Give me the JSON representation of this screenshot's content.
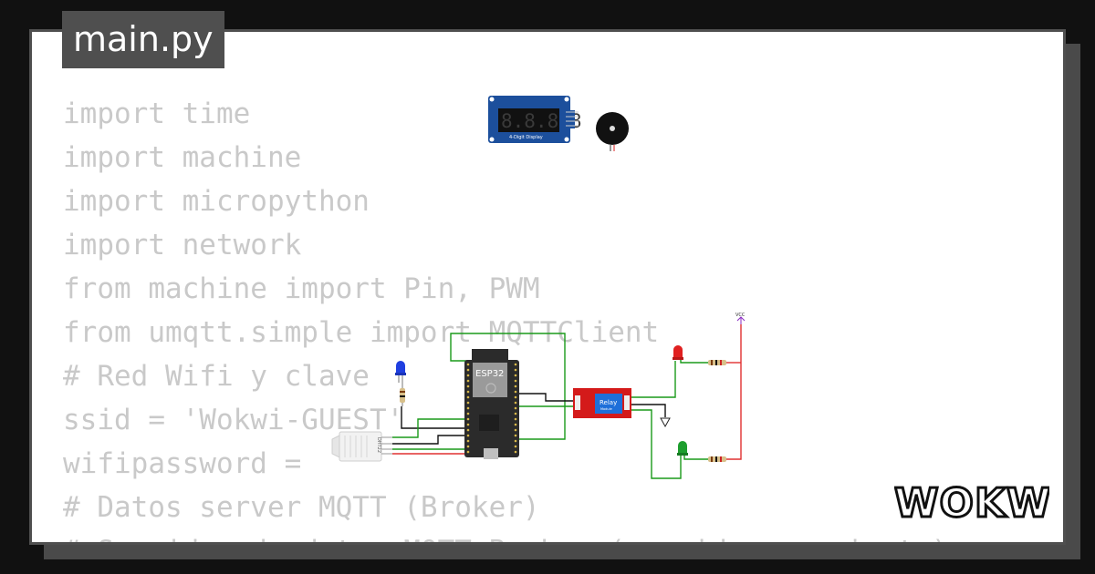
{
  "tab": {
    "filename": "main.py"
  },
  "code_lines": [
    "import time",
    "import machine",
    "import micropython",
    "import network",
    "from machine import Pin, PWM",
    "from umqtt.simple import MQTTClient",
    "# Red Wifi y clave",
    "ssid = 'Wokwi-GUEST'",
    "wifipassword = ",
    "# Datos server MQTT (Broker)",
    "# Servidor de datos MQTT Broker (servidor corriente)"
  ],
  "circuit": {
    "esp32_label": "ESP32",
    "display_label": "4-Digit Display",
    "display_digits": "8.8.8.8",
    "relay_label": "Relay",
    "relay_sublabel": "Module",
    "vcc_label": "VCC",
    "dht_label": "DHT22",
    "colors": {
      "esp32_body": "#2b2b2b",
      "display_board": "#1c4f9c",
      "relay_board": "#d41a1a",
      "relay_block": "#1e6fd9",
      "led_blue": "#1f3fe0",
      "led_red": "#e02020",
      "led_green": "#1e9e2e",
      "wire_green": "#1a9a1a",
      "wire_red": "#e03030",
      "wire_black": "#111111"
    }
  },
  "brand": {
    "logo_text": "WOKWi"
  }
}
